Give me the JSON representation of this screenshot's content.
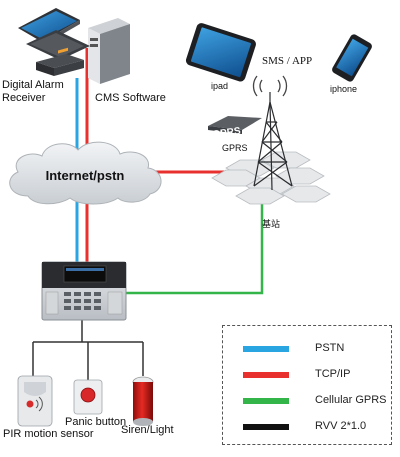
{
  "labels": {
    "receiver": [
      "Digital Alarm",
      "Receiver"
    ],
    "cms": "CMS Software",
    "internet": "Internet/pstn",
    "sms_app": "SMS / APP",
    "ipad": "ipad",
    "iphone": "iphone",
    "gprs_sign": "GPRS",
    "gprs": "GPRS",
    "base_station": "基站",
    "pir": "PIR motion sensor",
    "panic": "Panic button",
    "siren": "Siren/Light"
  },
  "legend": [
    {
      "color": "#29a6e2",
      "label": "PSTN"
    },
    {
      "color": "#e8302e",
      "label": "TCP/IP"
    },
    {
      "color": "#34b54a",
      "label": "Cellular GPRS"
    },
    {
      "color": "#111111",
      "label": "RVV 2*1.0"
    }
  ],
  "colors": {
    "pstn": "#29a6e2",
    "tcpip": "#e8302e",
    "gprs": "#34b54a",
    "rvv": "#111111"
  }
}
